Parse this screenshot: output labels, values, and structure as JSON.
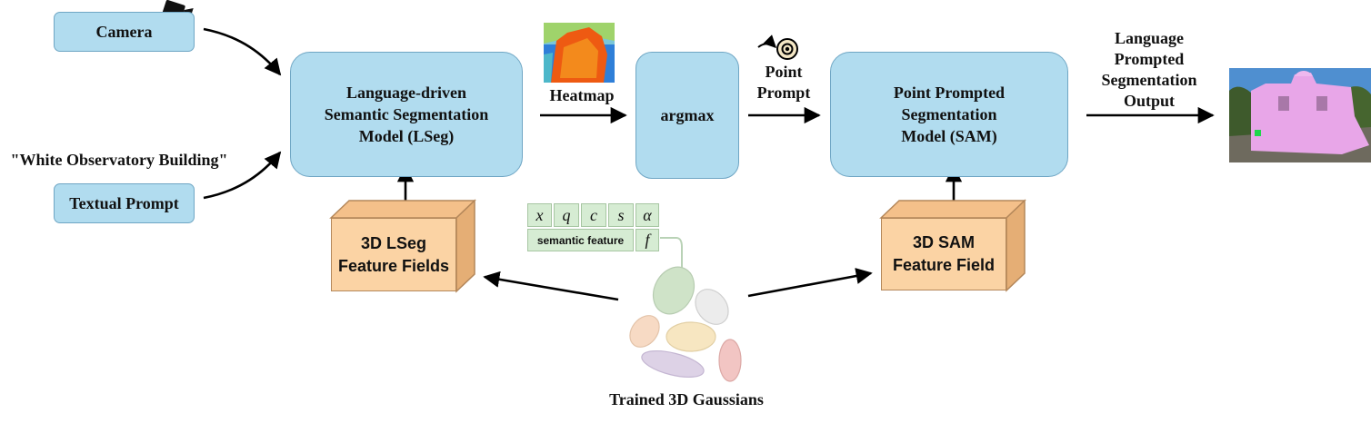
{
  "camera": {
    "label": "Camera"
  },
  "quote": {
    "text": "\"White Observatory Building\""
  },
  "textual_prompt": {
    "label": "Textual Prompt"
  },
  "lseg_model": {
    "line1": "Language-driven",
    "line2": "Semantic Segmentation",
    "line3": "Model (LSeg)"
  },
  "heatmap": {
    "label": "Heatmap"
  },
  "argmax": {
    "label": "argmax"
  },
  "point_prompt": {
    "line1": "Point",
    "line2": "Prompt"
  },
  "sam_model": {
    "line1": "Point Prompted",
    "line2": "Segmentation",
    "line3": "Model (SAM)"
  },
  "output": {
    "line1": "Language",
    "line2": "Prompted",
    "line3": "Segmentation",
    "line4": "Output"
  },
  "lseg_field": {
    "line1": "3D LSeg",
    "line2": "Feature Fields"
  },
  "sam_field": {
    "line1": "3D SAM",
    "line2": "Feature Field"
  },
  "gaussian_attributes": {
    "row1": [
      "x",
      "q",
      "c",
      "s",
      "α"
    ],
    "semantic_feature": "semantic feature",
    "f": "f"
  },
  "gaussians": {
    "label": "Trained 3D Gaussians"
  }
}
